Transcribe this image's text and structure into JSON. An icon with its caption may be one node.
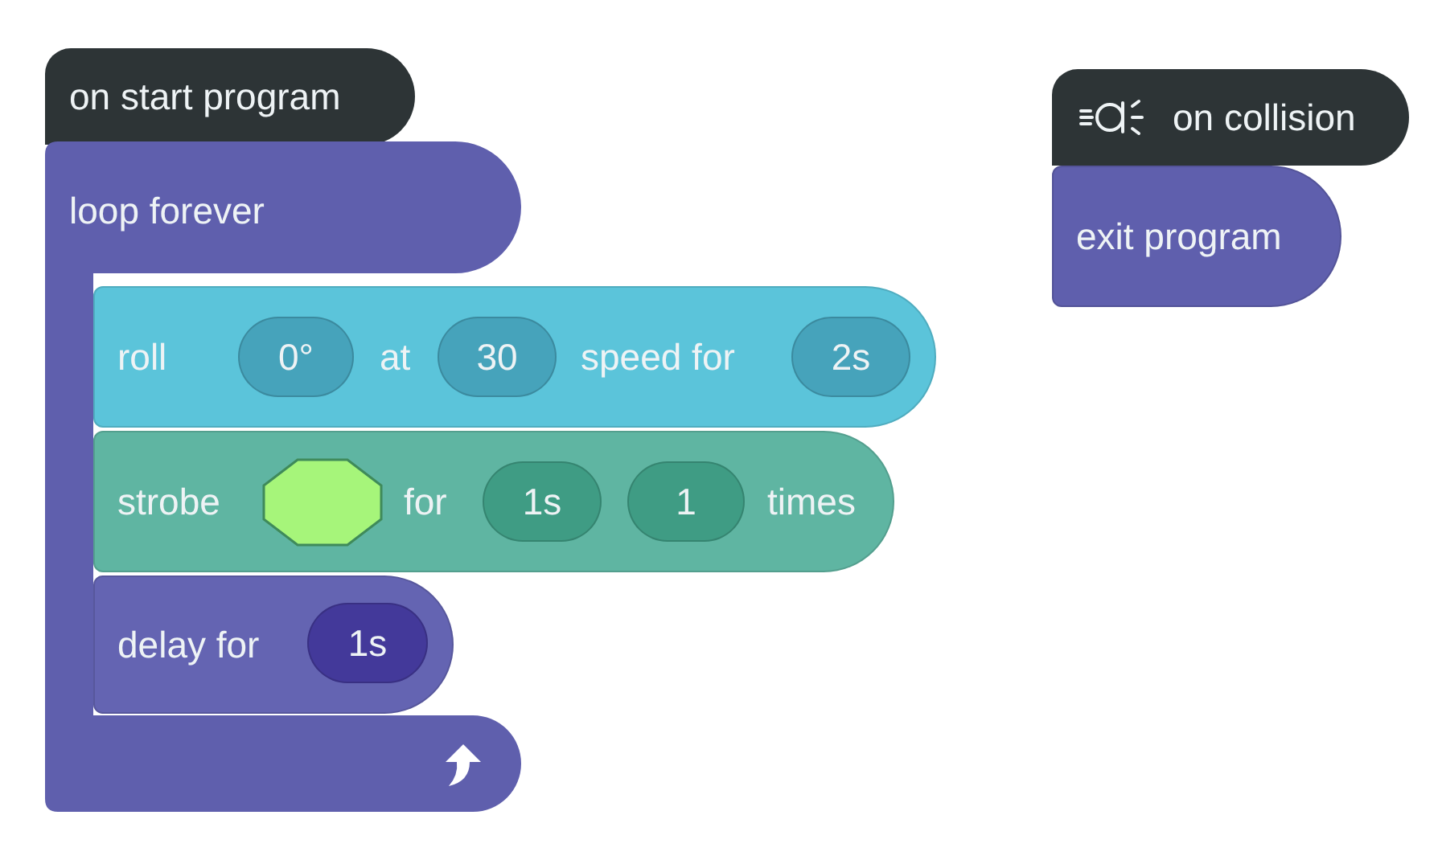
{
  "diagram": {
    "nodes": [
      {
        "text": [
          "on start program"
        ]
      },
      {
        "text": [
          "loop forever"
        ]
      },
      {
        "text": [
          "roll",
          "at",
          "speed for"
        ]
      },
      {
        "text": [
          "0°"
        ],
        "in": 2
      },
      {
        "text": [
          "30"
        ],
        "in": 2
      },
      {
        "text": [
          "2s"
        ],
        "in": 2
      },
      {
        "text": [
          "strobe",
          "for",
          "times"
        ]
      },
      {
        "text": [],
        "shape": "octagon",
        "in": 6
      },
      {
        "text": [
          "1s"
        ],
        "in": 6
      },
      {
        "text": [
          "1"
        ],
        "in": 6
      },
      {
        "text": [
          "delay for"
        ],
        "in": 1
      },
      {
        "text": [
          "1s"
        ],
        "in": 10
      },
      {
        "text": [
          "on collision"
        ]
      },
      {
        "text": [
          "exit program"
        ]
      }
    ]
  }
}
